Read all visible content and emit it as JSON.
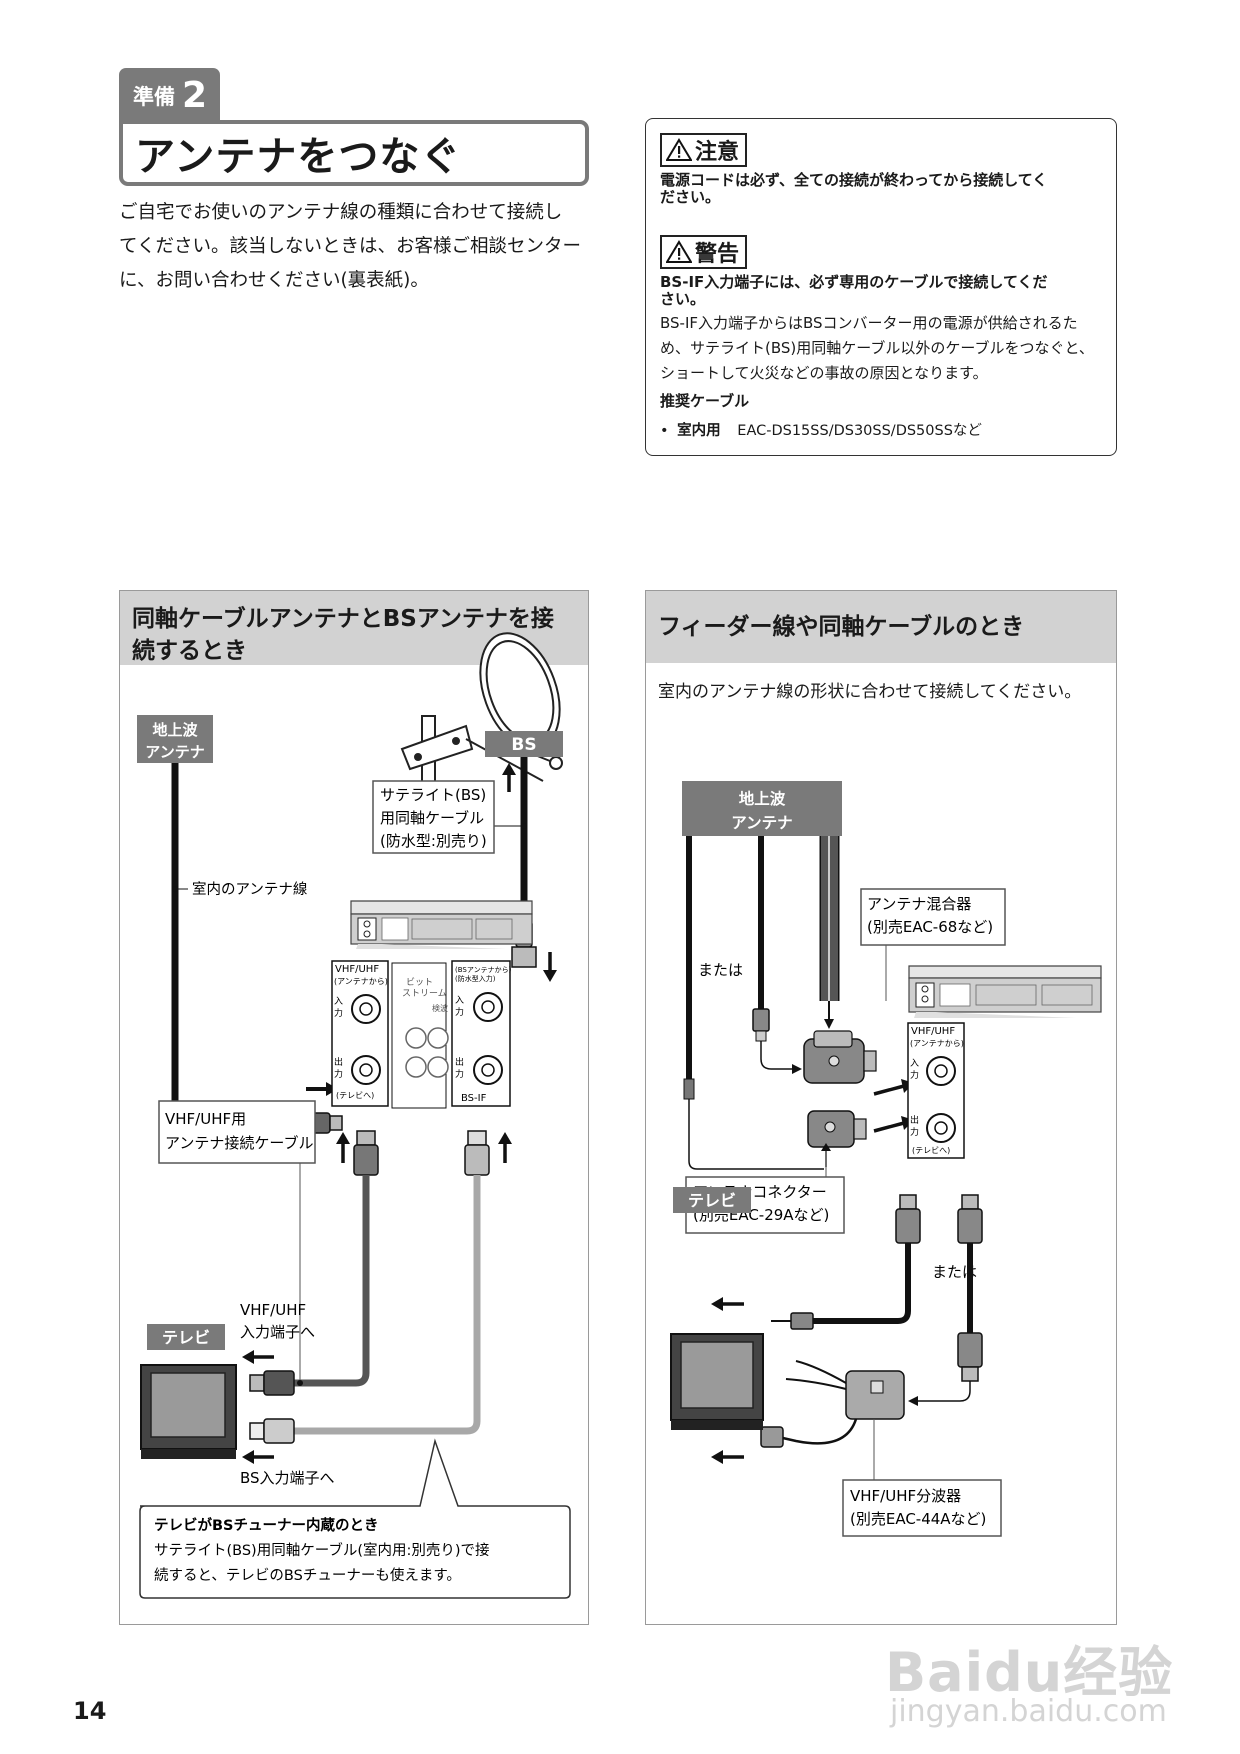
{
  "header": {
    "step_word": "準備",
    "step_number": "2",
    "title": "アンテナをつなぐ",
    "intro": [
      "ご自宅でお使いのアンテナ線の種類に合わせて接続し",
      "てください。該当しないときは、お客様ご相談センター",
      "に、お問い合わせください(裏表紙)。"
    ]
  },
  "caution": {
    "caution_label": "注意",
    "caution_text": [
      "電源コードは必ず、全ての接続が終わってから接続してく",
      "ださい。"
    ],
    "warning_label": "警告",
    "warning_bold": [
      "BS-IF入力端子には、必ず専用のケーブルで接続してくだ",
      "さい。"
    ],
    "warning_body": [
      "BS-IF入力端子からはBSコンバーター用の電源が供給されるた",
      "め、サテライト(BS)用同軸ケーブル以外のケーブルをつなぐと、",
      "ショートして火災などの事故の原因となります。"
    ],
    "cable_heading": "推奨ケーブル",
    "cable_bullet": "•",
    "cable_place": "室内用",
    "cable_models": "EAC-DS15SS/DS30SS/DS50SSなど"
  },
  "left_panel": {
    "heading": [
      "同軸ケーブルアンテナとBSアンテナを接",
      "続するとき"
    ],
    "terrestrial_label": [
      "地上波",
      "アンテナ"
    ],
    "bs_label": "BS",
    "indoor_line": "室内のアンテナ線",
    "satellite_cable": [
      "サテライト(BS)",
      "用同軸ケーブル",
      "(防水型:別売り)"
    ],
    "vhf_uhf_in": "VHF/UHF",
    "from_antenna": "(アンテナから)",
    "input": [
      "入",
      "力"
    ],
    "output": [
      "出",
      "力"
    ],
    "to_tv": "(テレビへ)",
    "bitstream": [
      "ビット",
      "ストリーム"
    ],
    "detect": "検波",
    "bs_if": "BS-IF",
    "bs_from": "(BSアンテナから)",
    "bs_waterproof": "(防水型入力)",
    "vhf_cable": [
      "VHF/UHF用",
      "アンテナ接続ケーブル"
    ],
    "tv_label": "テレビ",
    "tv_vhf_input": [
      "VHF/UHF",
      "入力端子へ"
    ],
    "tv_bs_input": "BS入力端子へ",
    "note_title": "テレビがBSチューナー内蔵のとき",
    "note_body": [
      "サテライト(BS)用同軸ケーブル(室内用:別売り)で接",
      "続すると、テレビのBSチューナーも使えます。"
    ]
  },
  "right_panel": {
    "heading": "フィーダー線や同軸ケーブルのとき",
    "intro": "室内のアンテナ線の形状に合わせて接続してください。",
    "terrestrial_label": [
      "地上波",
      "アンテナ"
    ],
    "mixer": [
      "アンテナ混合器",
      "(別売EAC-68など)"
    ],
    "or_1": "または",
    "or_2": "または",
    "connector": [
      "アンテナコネクター",
      "(別売EAC-29Aなど)"
    ],
    "vhf_uhf_in": "VHF/UHF",
    "from_antenna": "(アンテナから)",
    "input": [
      "入",
      "力"
    ],
    "output": [
      "出",
      "力"
    ],
    "to_tv": "(テレビへ)",
    "tv_label": "テレビ",
    "splitter": [
      "VHF/UHF分波器",
      "(別売EAC-44Aなど)"
    ]
  },
  "footer": {
    "page_number": "14",
    "watermark": "Baidu经验",
    "watermark_url": "jingyan.baidu.com"
  },
  "colors": {
    "accent_gray": "#7a7a7a",
    "panel_header": "#d2d2d2",
    "cable_dark": "#111111",
    "cable_gray": "#a8a8a8"
  },
  "icons": [
    "warning-triangle-icon",
    "satellite-dish-icon",
    "arrow-up-icon",
    "arrow-right-icon",
    "arrow-left-icon",
    "arrow-down-icon",
    "f-plug-icon",
    "tv-icon",
    "recorder-icon"
  ]
}
